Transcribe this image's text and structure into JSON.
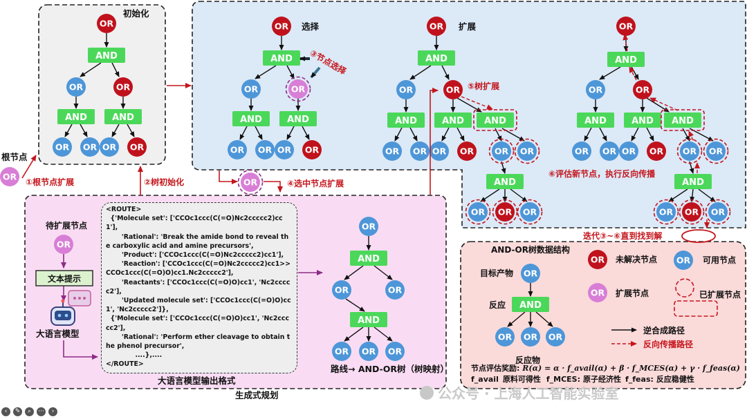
{
  "colors": {
    "or_blue": "#4d96d8",
    "or_red": "#c0121c",
    "or_pink": "#d87ed6",
    "and_green": "#4bd85a",
    "panel_init": "#f0f0f0",
    "panel_mcts": "#dce9f7",
    "panel_gen": "#f9dcf3",
    "panel_legend": "#fbdada",
    "arrow_red": "#c4161c"
  },
  "labels": {
    "or": "OR",
    "and": "AND",
    "init_title": "初始化",
    "select_title": "选择",
    "expand_title": "扩展",
    "root_node": "根节点",
    "step1": "①根节点扩展",
    "step2": "②树初始化",
    "step3": "③节点选择",
    "step4": "④选中节点扩展",
    "step5": "⑤树扩展",
    "step6": "⑥评估新节点，执行反向传播",
    "iterate": "迭代③~⑥直到找到解",
    "pending_node": "待扩展节点",
    "text_prompt": "文本提示",
    "llm": "大语言模型",
    "llm_output_format": "大语言模型输出格式",
    "generative_planning": "生成式规划",
    "route_map": "路线→ AND-OR树（树映射）"
  },
  "route_text": [
    "<ROUTE>",
    "  {'Molecule set': ['CCOc1ccc(C(=O)Nc2ccccc2)cc1'],",
    "       'Rational': 'Break the amide bond to reveal the carboxylic acid and amine precursors',",
    "       'Product': ['CCOc1ccc(C(=O)Nc2ccccc2)cc1'],",
    "       'Reaction': ['CCOc1ccc(C(=O)Nc2ccccc2)cc1>>CCOc1ccc(C(=O)O)cc1.Nc2ccccc2'],",
    "       'Reactants': ['CCOc1ccc(C(=O)O)cc1', 'Nc2ccccc2'],",
    "       'Updated molecule set': ['CCOc1ccc(C(=O)O)cc1', 'Nc2ccccc2']},",
    "  {'Molecule set': ['CCOc1ccc(C(=O)O)cc1', 'Nc2ccccc2'],",
    "       'Rational': 'Perform ether cleavage to obtain the phenol precursor',",
    "             ....},....",
    "</ROUTE>"
  ],
  "legend": {
    "title": "AND-OR树数据结构",
    "target_product": "目标产物",
    "reaction": "反应",
    "reactant": "反应物",
    "unsolved": "未解决节点",
    "available": "可用节点",
    "expanding": "扩展节点",
    "expanded": "已扩展节点",
    "retro_path": "逆合成路径",
    "backprop_path": "反向传播路径",
    "reward_label": "节点评估奖励: ",
    "reward_formula": "R(α) = α · f_avail(α) + β · f_MCES(α) + γ · f_feas(α)",
    "def_avail_sym": "f_avail",
    "def_avail": "原料可得性",
    "def_mces_sym": "f_MCES:",
    "def_mces": "原子经济性",
    "def_feas_sym": "f_feas:",
    "def_feas": "反应稳健性"
  },
  "watermark": "公众号 · 上海人工智能实验室"
}
